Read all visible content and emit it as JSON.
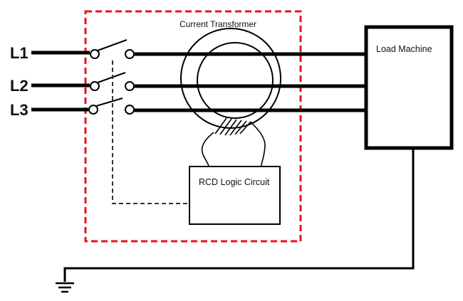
{
  "labels": {
    "l1": "L1",
    "l2": "L2",
    "l3": "L3",
    "current_transformer": "Current Transformer",
    "load_machine": "Load Machine",
    "rcd_logic": "RCD Logic Circuit"
  },
  "colors": {
    "wire": "#000000",
    "boundary": "#e8141c",
    "background": "#ffffff"
  }
}
